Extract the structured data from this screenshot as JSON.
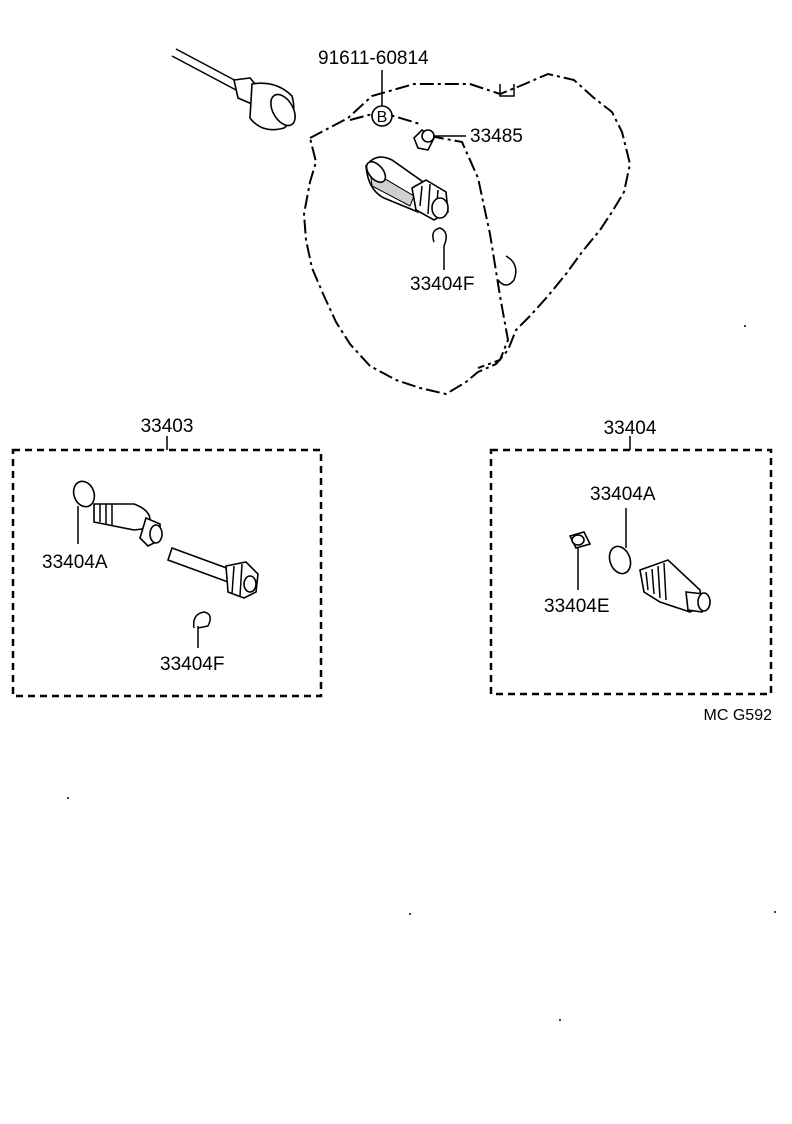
{
  "figure_code": "MC G592",
  "callouts": {
    "bolt_number": "91611-60814",
    "bolt_mark": "B",
    "lock_plate": "33485",
    "clip_top": "33404F",
    "assembly_left": "33403",
    "assembly_right": "33404",
    "left_oring": "33404A",
    "left_clip": "33404F",
    "right_oring": "33404A",
    "right_sleeve": "33404E"
  }
}
